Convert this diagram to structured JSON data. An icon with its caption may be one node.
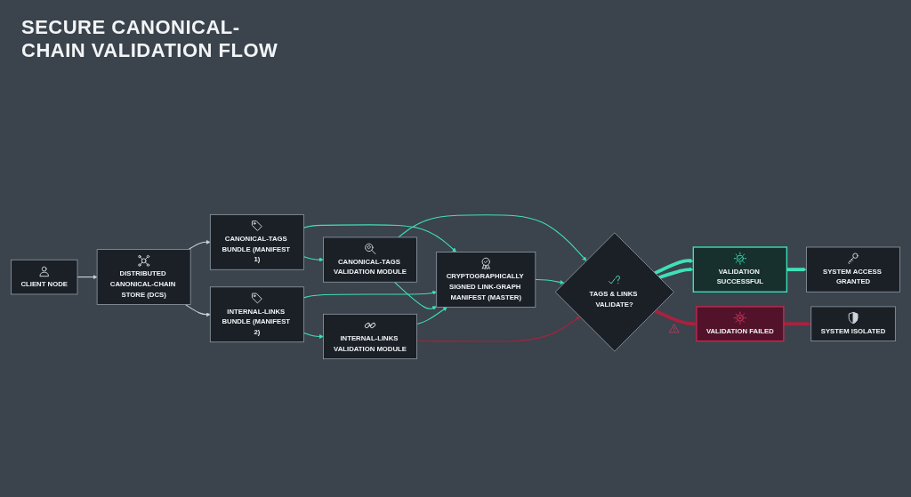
{
  "diagram": {
    "title": "SECURE CANONICAL-CHAIN VALIDATION FLOW",
    "nodes": [
      {
        "text": [
          "CLIENT NODE"
        ]
      },
      {
        "text": [
          "DISTRIBUTED CANONICAL-CHAIN STORE (DCS)"
        ]
      },
      {
        "text": [
          "CANONICAL-TAGS BUNDLE (MANIFEST 1)"
        ]
      },
      {
        "text": [
          "INTERNAL-LINKS BUNDLE (MANIFEST 2)"
        ]
      },
      {
        "text": [
          "CANONICAL-TAGS VALIDATION MODULE"
        ]
      },
      {
        "text": [
          "CRYPTOGRAPHICALLY SIGNED LINK-GRAPH MANIFEST (MASTER)"
        ]
      },
      {
        "text": [
          "INTERNAL-LINKS VALIDATION MODULE"
        ]
      },
      {
        "text": [
          "TAGS & LINKS VALIDATE?"
        ]
      },
      {
        "text": [
          "VALIDATION SUCCESSFUL"
        ]
      },
      {
        "text": [
          "SYSTEM ACCESS GRANTED"
        ]
      },
      {
        "text": [
          "VALIDATION FAILED"
        ]
      },
      {
        "text": [
          "SYSTEM ISOLATED"
        ]
      }
    ],
    "edges": [
      {
        "from": 0,
        "to": 1,
        "arrow": "to",
        "color": "#c9d1d9"
      },
      {
        "from": 1,
        "to": 2,
        "arrow": "to",
        "color": "#c9d1d9"
      },
      {
        "from": 1,
        "to": 3,
        "arrow": "to",
        "color": "#c9d1d9"
      },
      {
        "from": 2,
        "to": 4,
        "arrow": "to"
      },
      {
        "from": 2,
        "to": 5,
        "arrow": "to"
      },
      {
        "from": 3,
        "to": 6,
        "arrow": "to"
      },
      {
        "from": 3,
        "to": 5,
        "arrow": "to"
      },
      {
        "from": 4,
        "to": 5,
        "arrow": "to"
      },
      {
        "from": 6,
        "to": 5,
        "arrow": "to"
      },
      {
        "from": 4,
        "to": 7,
        "arrow": "to"
      },
      {
        "from": 5,
        "to": 7,
        "arrow": "to"
      },
      {
        "from": 6,
        "to": 7,
        "arrow": "to",
        "color": "#a8223f"
      },
      {
        "from": 7,
        "to": 8,
        "arrow": "to",
        "style": "thick"
      },
      {
        "from": 7,
        "to": 8,
        "arrow": "to",
        "style": "thick"
      },
      {
        "from": 7,
        "to": 10,
        "arrow": "to",
        "style": "thick",
        "color": "#a8223f"
      },
      {
        "from": 8,
        "to": 9,
        "arrow": "to",
        "style": "thick"
      },
      {
        "from": 10,
        "to": 11,
        "arrow": "to",
        "style": "thick",
        "color": "#a8223f"
      }
    ]
  }
}
